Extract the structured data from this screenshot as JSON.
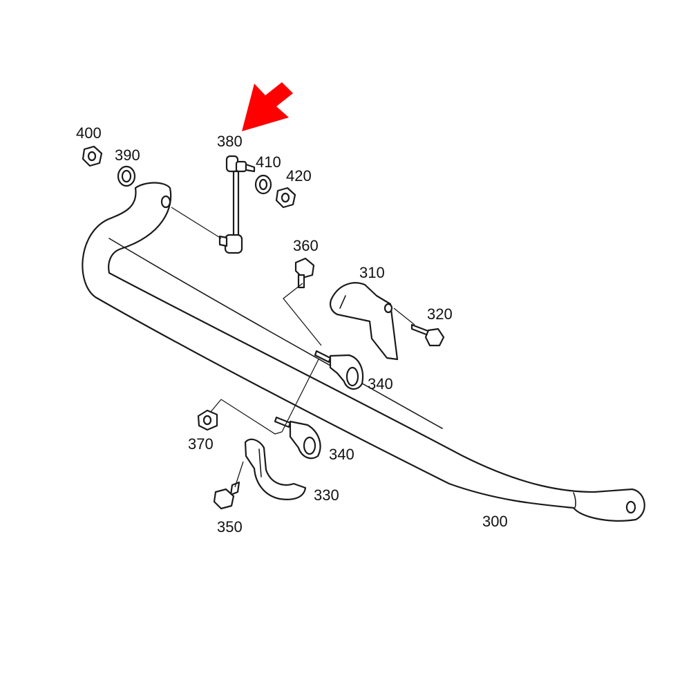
{
  "callouts": {
    "p300": "300",
    "p310": "310",
    "p320": "320",
    "p330": "330",
    "p340a": "340",
    "p340b": "340",
    "p350": "350",
    "p360": "360",
    "p370": "370",
    "p380": "380",
    "p390": "390",
    "p400": "400",
    "p410": "410",
    "p420": "420"
  },
  "highlight": {
    "target_part": "380",
    "arrow_color": "#ff0000"
  }
}
